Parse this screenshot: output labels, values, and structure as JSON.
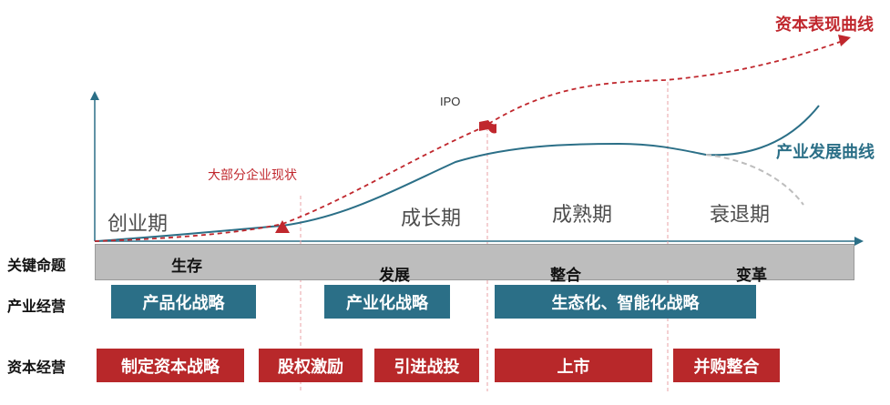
{
  "curves": {
    "capital_label": "资本表现曲线",
    "industry_label": "产业发展曲线",
    "capital_color": "#c0272d",
    "industry_color": "#2b6f87",
    "ipo_label": "IPO",
    "current_state_label": "大部分企业现状"
  },
  "phases": [
    "创业期",
    "成长期",
    "成熟期",
    "衰退期"
  ],
  "rows": {
    "key_topic": "关键命题",
    "industry_ops": "产业经营",
    "capital_ops": "资本经营"
  },
  "stages": [
    "生存",
    "发展",
    "整合",
    "变革"
  ],
  "industry_strategies": [
    "产品化战略",
    "产业化战略",
    "生态化、智能化战略"
  ],
  "capital_strategies": [
    "制定资本战略",
    "股权激励",
    "引进战投",
    "上市",
    "并购整合"
  ],
  "colors": {
    "teal": "#2b6f87",
    "red": "#b8282a",
    "gray": "#bdbdbd"
  }
}
